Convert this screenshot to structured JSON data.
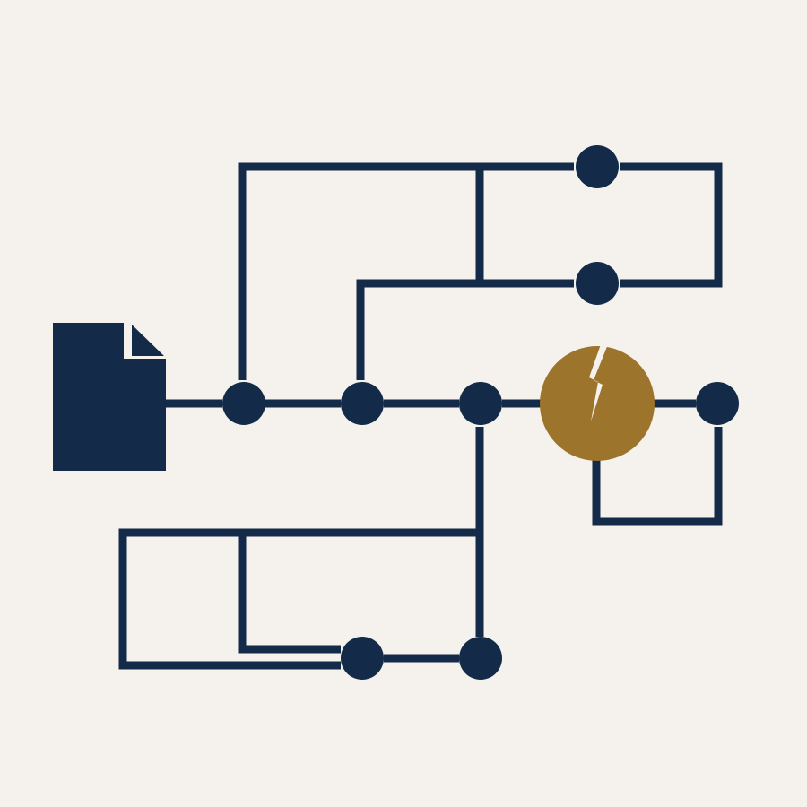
{
  "colors": {
    "background": "#f5f1ec",
    "line": "#132a48",
    "node": "#132a48",
    "document": "#132a48",
    "highlight_node": "#9c742b",
    "crack": "#f5f1ec"
  },
  "icons": {
    "document": "document-icon",
    "broken_node": "broken-node-icon"
  },
  "nodes": [
    {
      "id": "n1",
      "kind": "normal"
    },
    {
      "id": "n2",
      "kind": "normal"
    },
    {
      "id": "n3",
      "kind": "normal"
    },
    {
      "id": "n4",
      "kind": "broken"
    },
    {
      "id": "n5",
      "kind": "normal"
    },
    {
      "id": "n6",
      "kind": "normal"
    },
    {
      "id": "n7",
      "kind": "normal"
    },
    {
      "id": "n8",
      "kind": "normal"
    },
    {
      "id": "n9",
      "kind": "normal"
    }
  ]
}
